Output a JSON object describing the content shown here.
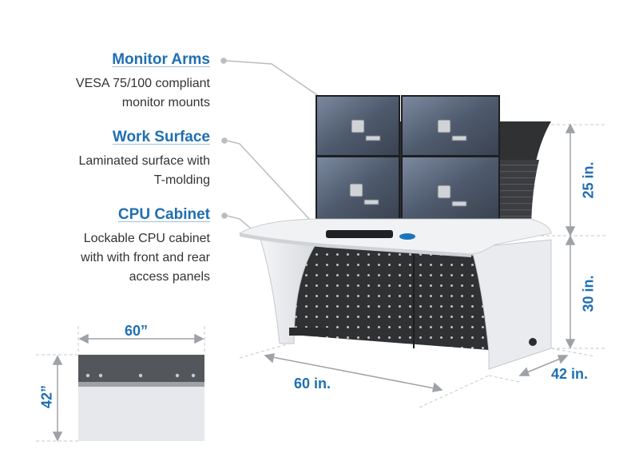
{
  "features": [
    {
      "title": "Monitor Arms",
      "description": [
        "VESA 75/100 compliant",
        "monitor mounts"
      ]
    },
    {
      "title": "Work Surface",
      "description": [
        "Laminated surface with",
        "T-molding"
      ]
    },
    {
      "title": "CPU Cabinet",
      "description": [
        "Lockable CPU cabinet",
        "with with front and rear",
        "access panels"
      ]
    }
  ],
  "dimensions": {
    "monitor_height": "25 in.",
    "desk_height": "30 in.",
    "width": "60 in.",
    "depth": "42 in.",
    "top_view_width": "60”",
    "top_view_depth": "42”"
  },
  "colors": {
    "accent": "#1f6fb2",
    "desk_white": "#e9ebee",
    "panel_dark": "#2f3133",
    "monitor_glass": "#5d6b80"
  }
}
